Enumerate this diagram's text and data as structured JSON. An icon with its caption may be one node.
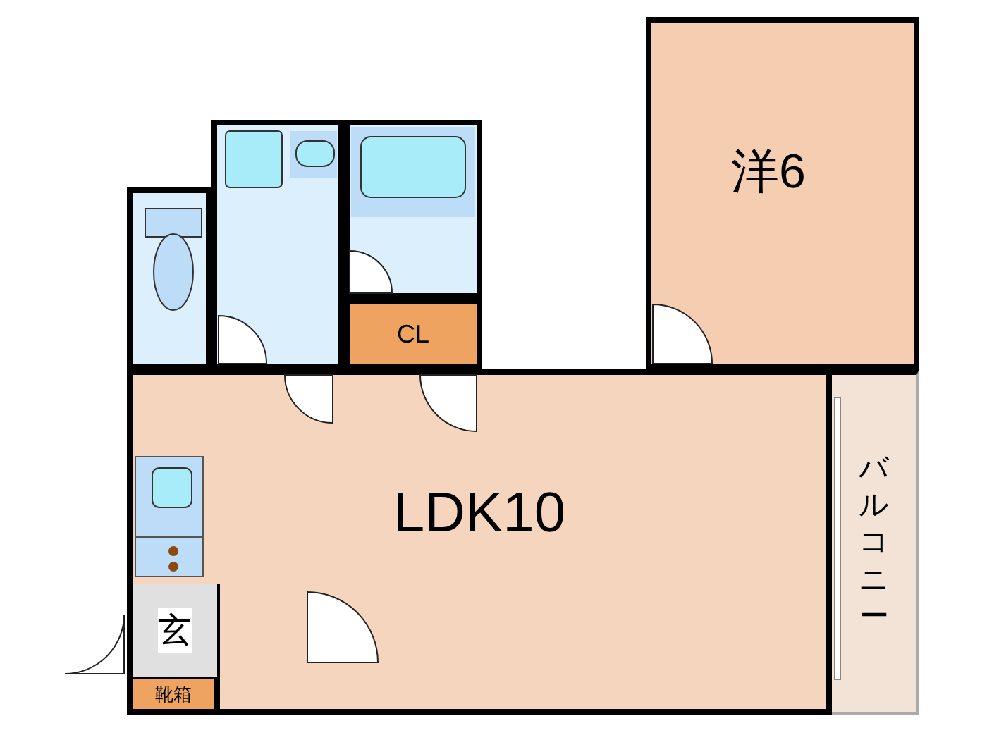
{
  "diagram": {
    "nodes": [
      {
        "text": [],
        "shape": "box"
      },
      {
        "text": [],
        "shape": "box"
      },
      {
        "text": [
          "洋6"
        ]
      },
      {
        "text": [],
        "shape": "box"
      },
      {
        "text": [
          "CL"
        ]
      },
      {
        "text": [
          "LDK10"
        ]
      },
      {
        "text": [
          "バルコニー"
        ]
      },
      {
        "text": [
          "玄"
        ],
        "in": 5
      },
      {
        "text": [
          "靴箱"
        ],
        "in": 5
      }
    ]
  }
}
